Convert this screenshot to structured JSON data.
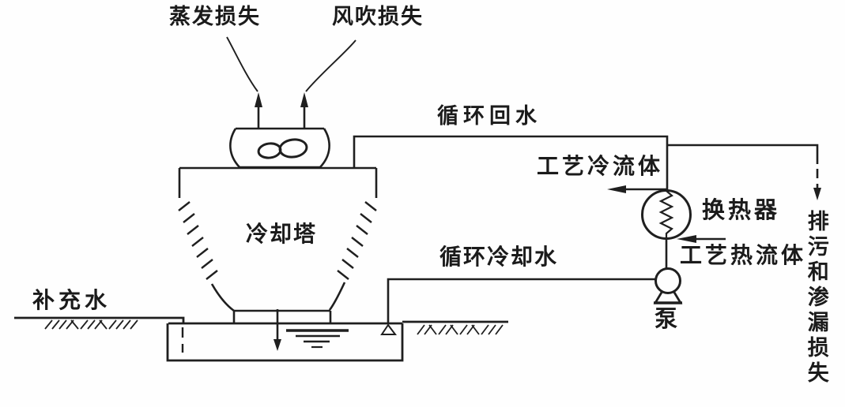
{
  "diagram": {
    "background": "#fefefe",
    "line_color": "#1f1f1f",
    "text_color": "#1b1b1b",
    "labels": {
      "evaporation_loss": "蒸发损失",
      "wind_drift_loss": "风吹损失",
      "circulating_return_water": "循环回水",
      "process_cold_fluid": "工艺冷流体",
      "heat_exchanger": "换热器",
      "process_hot_fluid": "工艺热流体",
      "circulating_cooling_water": "循环冷却水",
      "cooling_tower": "冷却塔",
      "makeup_water": "补充水",
      "pump": "泵",
      "blowdown_and_leakage_loss": "排污和渗漏损失"
    }
  }
}
